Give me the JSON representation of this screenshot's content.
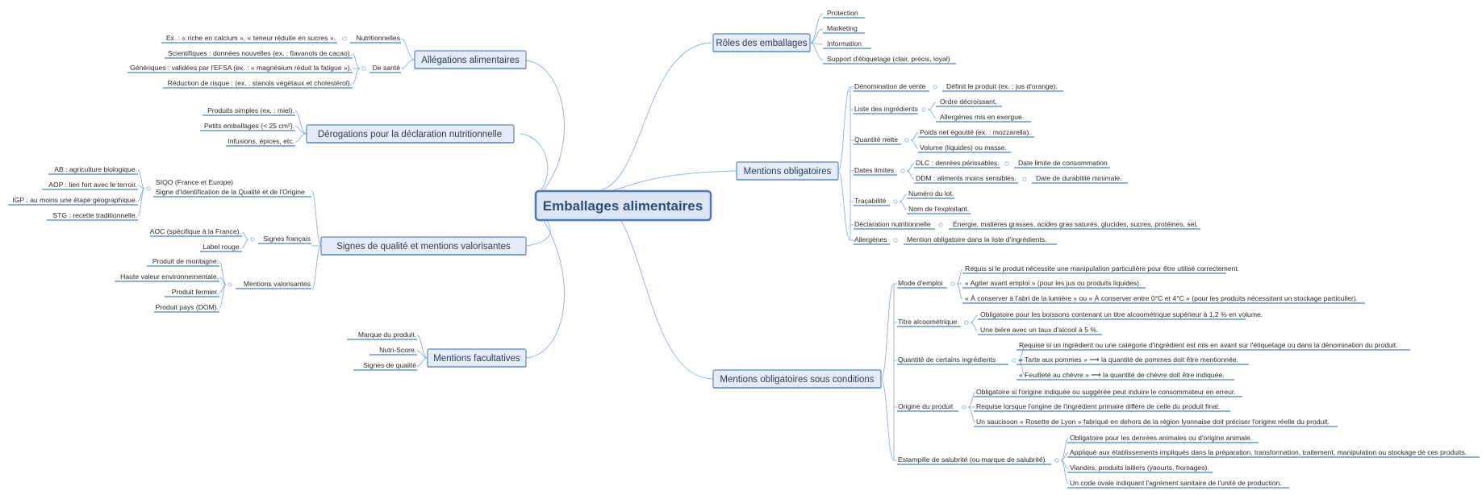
{
  "root": "Emballages alimentaires",
  "roles": {
    "title": "Rôles des emballages",
    "items": [
      "Protection",
      "Marketing",
      "Information",
      "Support d'étiquetage (clair, précis, loyal)"
    ]
  },
  "mentions": {
    "title": "Mentions obligatoires",
    "denomination": "Dénomination de vente",
    "denomination_detail": "Définit le produit (ex. : jus d'orange).",
    "ingredients": "Liste des ingrédients",
    "ingredients_items": [
      "Ordre décroissant.",
      "Allergènes mis en exergue."
    ],
    "quantite": "Quantité nette",
    "quantite_items": [
      "Poids net égoutté (ex. : mozzarella).",
      "Volume (liquides) ou masse."
    ],
    "dates": "Dates limites",
    "dlc": "DLC : denrées périssables.",
    "dlc_detail": "Date limite de consommation",
    "ddm": "DDM : aliments moins sensibles.",
    "ddm_detail": "Date de durabilité minimale.",
    "tracabilite": "Traçabilité",
    "tracabilite_items": [
      "Numéro du lot.",
      "Nom de l'exploitant."
    ],
    "declaration": "Déclaration nutritionnelle",
    "declaration_detail": "Énergie, matières grasses, acides gras saturés, glucides, sucres, protéines, sel.",
    "allergenes": "Allergènes",
    "allergenes_detail": "Mention obligatoire dans la liste d'ingrédients."
  },
  "conditions": {
    "title": "Mentions obligatoires sous conditions",
    "mode": "Mode d'emploi",
    "mode_items": [
      "Requis si le produit nécessite une manipulation particulière pour être utilisé correctement.",
      "« Agiter avant emploi » (pour les jus ou produits liquides).",
      "« À conserver à l'abri de la lumière » ou « À conserver entre 0°C et 4°C » (pour les produits nécessitant un stockage particulier)."
    ],
    "titre": "Titre alcoométrique",
    "titre_items": [
      "Obligatoire pour les boissons contenant un titre alcoométrique supérieur à 1,2 % en volume.",
      "Une bière avec un taux d'alcool à 5 %."
    ],
    "quantite": "Quantité de certains ingrédients",
    "quantite_items": [
      "Requise si un ingrédient ou une catégorie d'ingrédient est mis en avant sur l'étiquetage ou dans la dénomination du produit.",
      "« Tarte aux pommes » ⟶ la quantité de pommes doit être mentionnée.",
      "« Feuilleté au chèvre » ⟶ la quantité de chèvre doit être indiquée."
    ],
    "origine": "Origine du produit",
    "origine_items": [
      "Obligatoire si l'origine indiquée ou suggérée peut induire le consommateur en erreur.",
      "Requise lorsque l'origine de l'ingrédient primaire diffère de celle du produit final.",
      "Un saucisson « Rosette de Lyon » fabriqué en dehors de la région lyonnaise doit préciser l'origine réelle du produit."
    ],
    "estampille": "Estampille de salubrité (ou marque de salubrité)",
    "estampille_items": [
      "Obligatoire pour les denrées animales ou d'origine animale.",
      "Appliqué aux établissements impliqués dans la préparation, transformation, traitement, manipulation ou stockage de ces produits.",
      "Viandes, produits laitiers (yaourts, fromages).",
      "Un code ovale indiquant l'agrément sanitaire de l'unité de production."
    ]
  },
  "allegations": {
    "title": "Allégations alimentaires",
    "nutri": "Nutritionnelles",
    "nutri_detail": "Ex. : « riche en calcium », « teneur réduite en sucres ».",
    "sante": "De santé",
    "sante_items": [
      "Scientifiques : données nouvelles (ex. : flavanols de cacao).",
      "Génériques : validées par l'EFSA (ex. : « magnésium réduit la fatigue »).",
      "Réduction de risque : (ex. : stanols végétaux et cholestérol)."
    ]
  },
  "derogations": {
    "title": "Dérogations pour la déclaration nutritionnelle",
    "items": [
      "Produits simples (ex. : miel).",
      "Petits emballages (< 25 cm²).",
      "Infusions, épices, etc."
    ]
  },
  "signes": {
    "title": "Signes de qualité et mentions valorisantes",
    "siqo_line1": "SIQO (France et Europe)",
    "siqo_line2": "Signe d'Identification de la Qualité et de l'Origine",
    "siqo_items": [
      "AB : agriculture biologique.",
      "AOP : lien fort avec le terroir.",
      "IGP : au moins une étape géographique.",
      "STG : recette traditionnelle."
    ],
    "francais": "Signes français",
    "francais_items": [
      "AOC (spécifique à la France).",
      "Label rouge."
    ],
    "valorisantes": "Mentions valorisantes",
    "valorisantes_items": [
      "Produit de montagne.",
      "Haute valeur environnementale.",
      "Produit fermier.",
      "Produit pays (DOM)."
    ]
  },
  "facultatives": {
    "title": "Mentions facultatives",
    "items": [
      "Marque du produit.",
      "Nutri-Score.",
      "Signes de qualité"
    ]
  }
}
